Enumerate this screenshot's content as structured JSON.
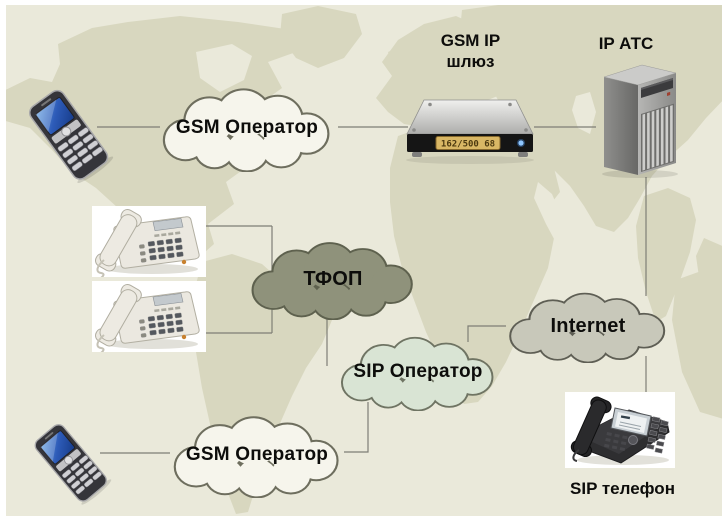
{
  "map": {
    "sea_color": "#eae9da",
    "land_color": "#d8d7bf"
  },
  "connectors": {
    "color": "#7e7e76"
  },
  "clouds": {
    "gsm_top": {
      "label": "GSM Оператор",
      "fill": "#f6f5ec",
      "stroke": "#6e6e5e"
    },
    "tfop": {
      "label": "ТФОП",
      "fill": "#8f927b",
      "stroke": "#5e614e"
    },
    "sip_operator": {
      "label": "SIP Оператор",
      "fill": "#d9e4d4",
      "stroke": "#6f7463"
    },
    "internet": {
      "label": "Internet",
      "fill": "#c8c8ba",
      "stroke": "#5e5e54"
    },
    "gsm_bottom": {
      "label": "GSM Оператор",
      "fill": "#f6f5ec",
      "stroke": "#6e6e5e"
    }
  },
  "labels": {
    "gateway": "GSM IP\nшлюз",
    "pbx": "IP АТС",
    "sip_phone": "SIP телефон"
  },
  "gateway": {
    "lcd_text": "162/500 68",
    "lcd_bg": "#d9b765",
    "lcd_border": "#86682c",
    "lcd_text_color": "#4d3a10",
    "led_color": "#8fc6ff"
  }
}
